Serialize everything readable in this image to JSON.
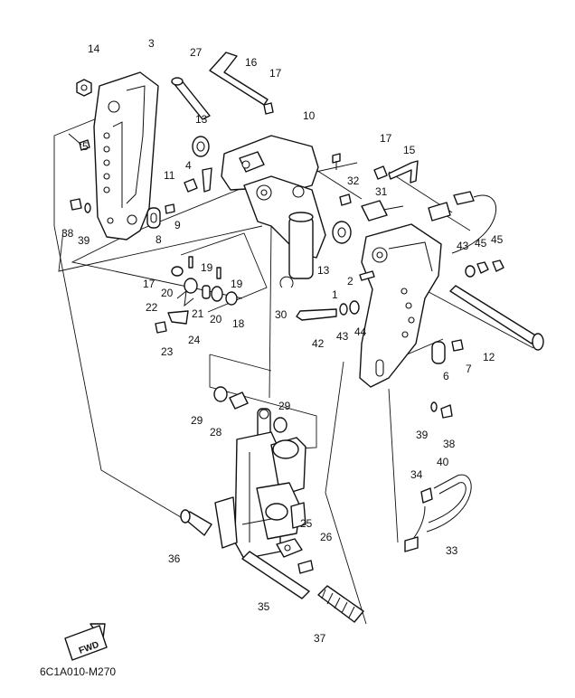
{
  "diagram_code": "6C1A010-M270",
  "fwd_label": "FWD",
  "part_numbers": {
    "p1": "1",
    "p2": "2",
    "p3": "3",
    "p4": "4",
    "p5": "5",
    "p6": "6",
    "p7": "7",
    "p8": "8",
    "p9": "9",
    "p10": "10",
    "p11": "11",
    "p12": "12",
    "p13a": "13",
    "p13b": "13",
    "p14": "14",
    "p15": "15",
    "p16": "16",
    "p17a": "17",
    "p17b": "17",
    "p17c": "17",
    "p18": "18",
    "p19a": "19",
    "p19b": "19",
    "p20a": "20",
    "p20b": "20",
    "p21": "21",
    "p22": "22",
    "p23": "23",
    "p24": "24",
    "p25": "25",
    "p26": "26",
    "p27": "27",
    "p28": "28",
    "p29a": "29",
    "p29b": "29",
    "p30": "30",
    "p31": "31",
    "p32": "32",
    "p33": "33",
    "p34": "34",
    "p35": "35",
    "p36": "36",
    "p37": "37",
    "p38a": "38",
    "p38b": "38",
    "p39a": "39",
    "p39b": "39",
    "p40": "40",
    "p42": "42",
    "p43a": "43",
    "p43b": "43",
    "p44": "44",
    "p45a": "45",
    "p45b": "45"
  }
}
